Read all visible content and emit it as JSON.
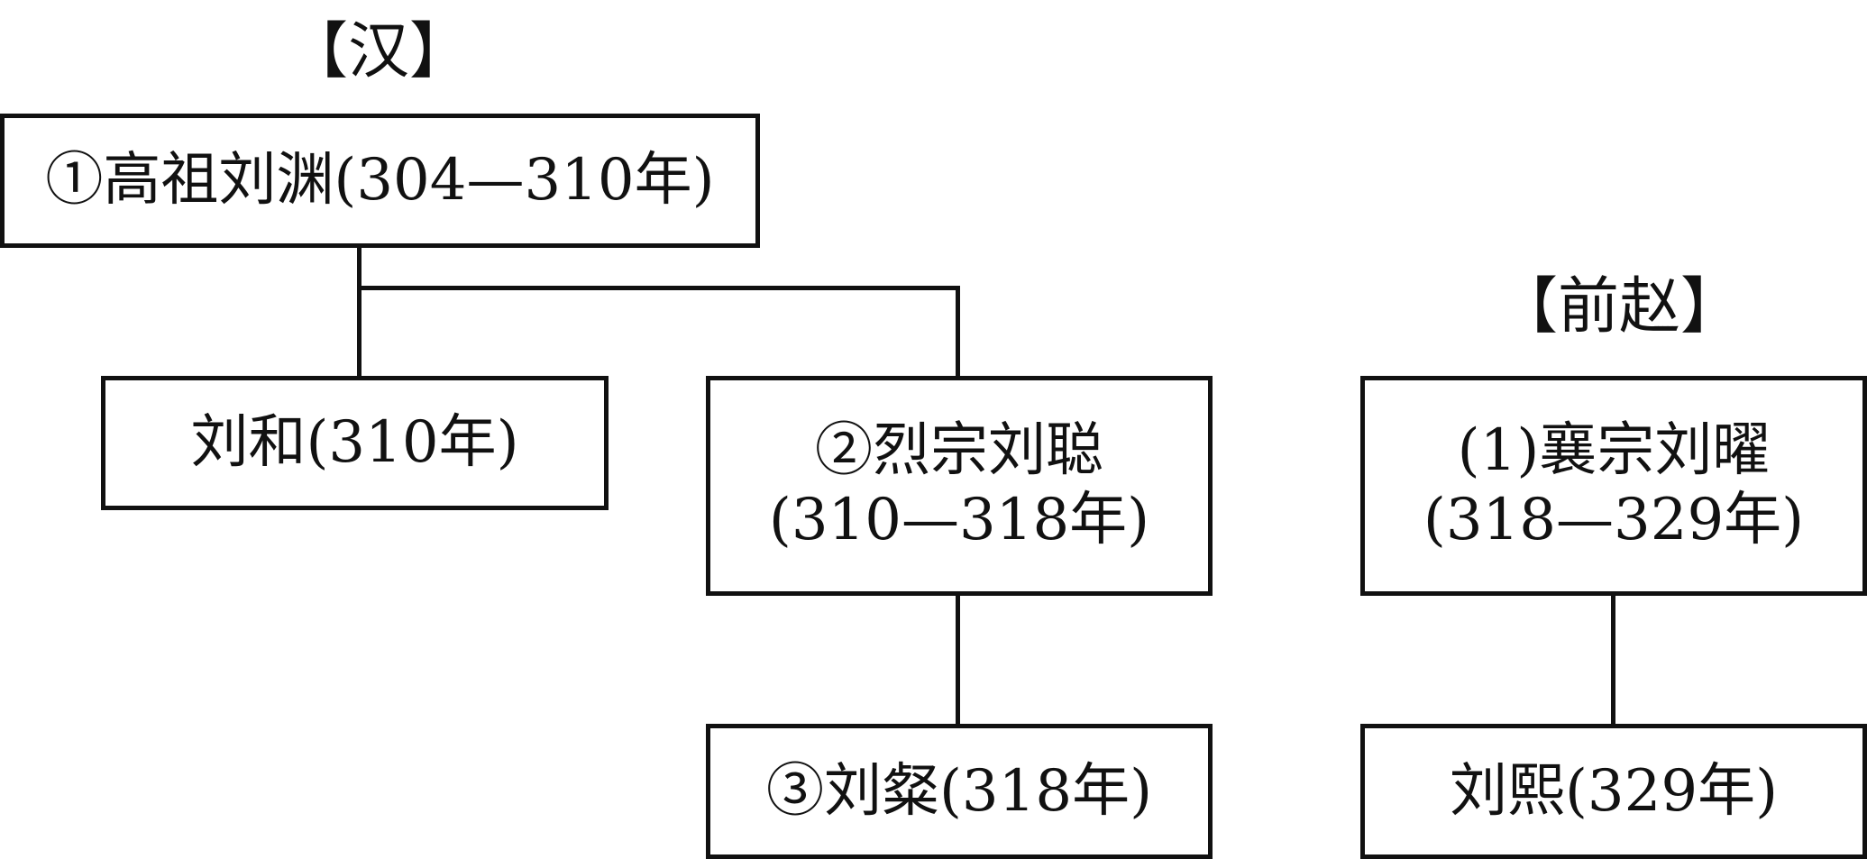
{
  "dynasties": {
    "han": "【汉】",
    "qianzhao": "【前赵】"
  },
  "nodes": {
    "liu_yuan": "①高祖刘渊(304—310年)",
    "liu_he": "刘和(310年)",
    "liu_cong": {
      "line1": "②烈宗刘聪",
      "line2": "(310—318年)"
    },
    "liu_can": "③刘粲(318年)",
    "liu_yao": {
      "line1": "(1)襄宗刘曜",
      "line2": "(318—329年)"
    },
    "liu_xi": "刘熙(329年)"
  }
}
